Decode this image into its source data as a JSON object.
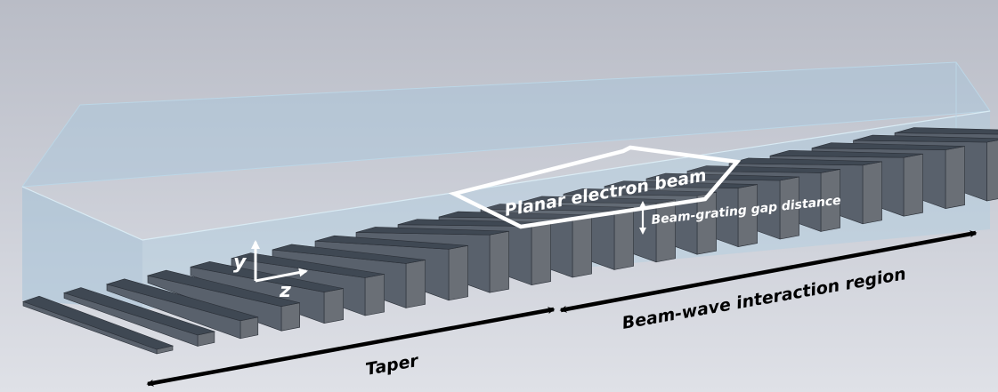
{
  "labels": {
    "beam": "Planar electron beam",
    "gap": "Beam-grating gap distance",
    "axis_y": "y",
    "axis_z": "z",
    "taper": "Taper",
    "interaction": "Beam-wave interaction region"
  },
  "grating": {
    "bar_count": 22,
    "colors": {
      "top": "#3f4853",
      "front": "#59616c",
      "end": "#6a6f76",
      "box_fill": "#a8cbe0",
      "outline": "#ffffff",
      "arrow": "#000000"
    }
  }
}
